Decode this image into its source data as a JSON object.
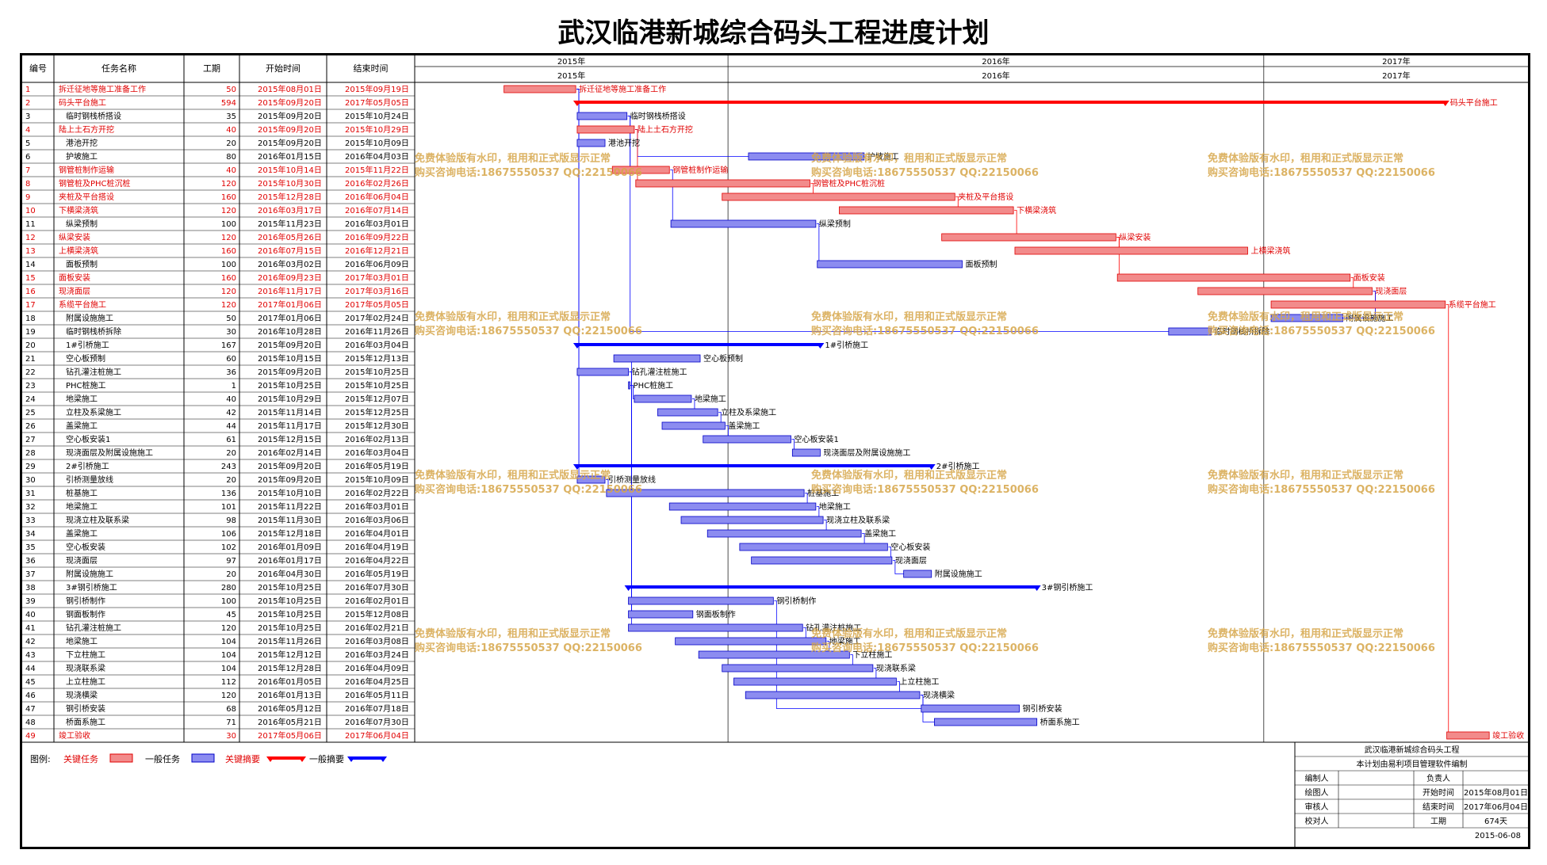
{
  "title": "武汉临港新城综合码头工程进度计划",
  "table_headers": [
    "编号",
    "任务名称",
    "工期",
    "开始时间",
    "结束时间"
  ],
  "timeline": {
    "years_row1": [
      "2015年",
      "2016年",
      "2017年"
    ],
    "years_row2": [
      "2015年",
      "2016年",
      "2017年"
    ],
    "date_start": "2015-06-01",
    "date_end": "2017-07-01",
    "year_boundaries": [
      "2016-01-01",
      "2017-01-01"
    ]
  },
  "colors": {
    "critical_fill": "#f28b8b",
    "critical_border": "#e00000",
    "critical_text": "#e00000",
    "normal_fill": "#8c8cf0",
    "normal_border": "#0000c8",
    "normal_text": "#000000",
    "summary_critical": "#ff0000",
    "summary_normal": "#0000ff",
    "watermark": "#d6a64a"
  },
  "tasks": [
    {
      "id": "1",
      "name": "拆迁征地等施工准备工作",
      "dur": "50",
      "start": "2015年08月01日",
      "end": "2015年09月19日",
      "s": "2015-08-01",
      "e": "2015-09-19",
      "crit": true,
      "summary": false,
      "pred": []
    },
    {
      "id": "2",
      "name": "码头平台施工",
      "dur": "594",
      "start": "2015年09月20日",
      "end": "2017年05月05日",
      "s": "2015-09-20",
      "e": "2017-05-05",
      "crit": true,
      "summary": true,
      "pred": [
        1
      ]
    },
    {
      "id": "3",
      "name": "临时钢栈桥搭设",
      "dur": "35",
      "start": "2015年09月20日",
      "end": "2015年10月24日",
      "s": "2015-09-20",
      "e": "2015-10-24",
      "crit": false,
      "summary": false,
      "pred": [
        1
      ]
    },
    {
      "id": "4",
      "name": "陆上土石方开挖",
      "dur": "40",
      "start": "2015年09月20日",
      "end": "2015年10月29日",
      "s": "2015-09-20",
      "e": "2015-10-29",
      "crit": true,
      "summary": false,
      "pred": [
        1
      ]
    },
    {
      "id": "5",
      "name": "港池开挖",
      "dur": "20",
      "start": "2015年09月20日",
      "end": "2015年10月09日",
      "s": "2015-09-20",
      "e": "2015-10-09",
      "crit": false,
      "summary": false,
      "pred": [
        1
      ]
    },
    {
      "id": "6",
      "name": "护坡施工",
      "dur": "80",
      "start": "2016年01月15日",
      "end": "2016年04月03日",
      "s": "2016-01-15",
      "e": "2016-04-03",
      "crit": false,
      "summary": false,
      "pred": [
        4
      ]
    },
    {
      "id": "7",
      "name": "钢管桩制作运输",
      "dur": "40",
      "start": "2015年10月14日",
      "end": "2015年11月22日",
      "s": "2015-10-14",
      "e": "2015-11-22",
      "crit": true,
      "summary": false,
      "pred": [
        3
      ]
    },
    {
      "id": "8",
      "name": "钢管桩及PHC桩沉桩",
      "dur": "120",
      "start": "2015年10月30日",
      "end": "2016年02月26日",
      "s": "2015-10-30",
      "e": "2016-02-26",
      "crit": true,
      "summary": false,
      "pred": [
        4
      ]
    },
    {
      "id": "9",
      "name": "夹桩及平台搭设",
      "dur": "160",
      "start": "2015年12月28日",
      "end": "2016年06月04日",
      "s": "2015-12-28",
      "e": "2016-06-04",
      "crit": true,
      "summary": false,
      "pred": [
        8
      ]
    },
    {
      "id": "10",
      "name": "下横梁浇筑",
      "dur": "120",
      "start": "2016年03月17日",
      "end": "2016年07月14日",
      "s": "2016-03-17",
      "e": "2016-07-14",
      "crit": true,
      "summary": false,
      "pred": [
        9
      ]
    },
    {
      "id": "11",
      "name": "纵梁预制",
      "dur": "100",
      "start": "2015年11月23日",
      "end": "2016年03月01日",
      "s": "2015-11-23",
      "e": "2016-03-01",
      "crit": false,
      "summary": false,
      "pred": [
        7
      ]
    },
    {
      "id": "12",
      "name": "纵梁安装",
      "dur": "120",
      "start": "2016年05月26日",
      "end": "2016年09月22日",
      "s": "2016-05-26",
      "e": "2016-09-22",
      "crit": true,
      "summary": false,
      "pred": [
        10
      ]
    },
    {
      "id": "13",
      "name": "上横梁浇筑",
      "dur": "160",
      "start": "2016年07月15日",
      "end": "2016年12月21日",
      "s": "2016-07-15",
      "e": "2016-12-21",
      "crit": true,
      "summary": false,
      "pred": [
        12
      ]
    },
    {
      "id": "14",
      "name": "面板预制",
      "dur": "100",
      "start": "2016年03月02日",
      "end": "2016年06月09日",
      "s": "2016-03-02",
      "e": "2016-06-09",
      "crit": false,
      "summary": false,
      "pred": [
        11
      ]
    },
    {
      "id": "15",
      "name": "面板安装",
      "dur": "160",
      "start": "2016年09月23日",
      "end": "2017年03月01日",
      "s": "2016-09-23",
      "e": "2017-03-01",
      "crit": true,
      "summary": false,
      "pred": [
        12
      ]
    },
    {
      "id": "16",
      "name": "现浇面层",
      "dur": "120",
      "start": "2016年11月17日",
      "end": "2017年03月16日",
      "s": "2016-11-17",
      "e": "2017-03-16",
      "crit": true,
      "summary": false,
      "pred": [
        15
      ]
    },
    {
      "id": "17",
      "name": "系缆平台施工",
      "dur": "120",
      "start": "2017年01月06日",
      "end": "2017年05月05日",
      "s": "2017-01-06",
      "e": "2017-05-05",
      "crit": true,
      "summary": false,
      "pred": [
        16
      ]
    },
    {
      "id": "18",
      "name": "附属设施施工",
      "dur": "50",
      "start": "2017年01月06日",
      "end": "2017年02月24日",
      "s": "2017-01-06",
      "e": "2017-02-24",
      "crit": false,
      "summary": false,
      "pred": [
        16
      ]
    },
    {
      "id": "19",
      "name": "临时钢栈桥拆除",
      "dur": "30",
      "start": "2016年10月28日",
      "end": "2016年11月26日",
      "s": "2016-10-28",
      "e": "2016-11-26",
      "crit": false,
      "summary": false,
      "pred": [
        3
      ]
    },
    {
      "id": "20",
      "name": "1#引桥施工",
      "dur": "167",
      "start": "2015年09月20日",
      "end": "2016年03月04日",
      "s": "2015-09-20",
      "e": "2016-03-04",
      "crit": false,
      "summary": true,
      "pred": [
        1
      ]
    },
    {
      "id": "21",
      "name": "空心板预制",
      "dur": "60",
      "start": "2015年10月15日",
      "end": "2015年12月13日",
      "s": "2015-10-15",
      "e": "2015-12-13",
      "crit": false,
      "summary": false,
      "pred": [
        22
      ]
    },
    {
      "id": "22",
      "name": "钻孔灌注桩施工",
      "dur": "36",
      "start": "2015年09月20日",
      "end": "2015年10月25日",
      "s": "2015-09-20",
      "e": "2015-10-25",
      "crit": false,
      "summary": false,
      "pred": [
        1
      ]
    },
    {
      "id": "23",
      "name": "PHC桩施工",
      "dur": "1",
      "start": "2015年10月25日",
      "end": "2015年10月25日",
      "s": "2015-10-25",
      "e": "2015-10-25",
      "crit": false,
      "summary": false,
      "pred": [
        22
      ]
    },
    {
      "id": "24",
      "name": "地梁施工",
      "dur": "40",
      "start": "2015年10月29日",
      "end": "2015年12月07日",
      "s": "2015-10-29",
      "e": "2015-12-07",
      "crit": false,
      "summary": false,
      "pred": [
        23
      ]
    },
    {
      "id": "25",
      "name": "立柱及系梁施工",
      "dur": "42",
      "start": "2015年11月14日",
      "end": "2015年12月25日",
      "s": "2015-11-14",
      "e": "2015-12-25",
      "crit": false,
      "summary": false,
      "pred": [
        24
      ]
    },
    {
      "id": "26",
      "name": "盖梁施工",
      "dur": "44",
      "start": "2015年11月17日",
      "end": "2015年12月30日",
      "s": "2015-11-17",
      "e": "2015-12-30",
      "crit": false,
      "summary": false,
      "pred": [
        25
      ]
    },
    {
      "id": "27",
      "name": "空心板安装1",
      "dur": "61",
      "start": "2015年12月15日",
      "end": "2016年02月13日",
      "s": "2015-12-15",
      "e": "2016-02-13",
      "crit": false,
      "summary": false,
      "pred": [
        26
      ]
    },
    {
      "id": "28",
      "name": "现浇面层及附属设施施工",
      "dur": "20",
      "start": "2016年02月14日",
      "end": "2016年03月04日",
      "s": "2016-02-14",
      "e": "2016-03-04",
      "crit": false,
      "summary": false,
      "pred": [
        27
      ]
    },
    {
      "id": "29",
      "name": "2#引桥施工",
      "dur": "243",
      "start": "2015年09月20日",
      "end": "2016年05月19日",
      "s": "2015-09-20",
      "e": "2016-05-19",
      "crit": false,
      "summary": true,
      "pred": [
        1
      ]
    },
    {
      "id": "30",
      "name": "引桥测量放线",
      "dur": "20",
      "start": "2015年09月20日",
      "end": "2015年10月09日",
      "s": "2015-09-20",
      "e": "2015-10-09",
      "crit": false,
      "summary": false,
      "pred": [
        1
      ]
    },
    {
      "id": "31",
      "name": "桩基施工",
      "dur": "136",
      "start": "2015年10月10日",
      "end": "2016年02月22日",
      "s": "2015-10-10",
      "e": "2016-02-22",
      "crit": false,
      "summary": false,
      "pred": [
        30
      ]
    },
    {
      "id": "32",
      "name": "地梁施工",
      "dur": "101",
      "start": "2015年11月22日",
      "end": "2016年03月01日",
      "s": "2015-11-22",
      "e": "2016-03-01",
      "crit": false,
      "summary": false,
      "pred": [
        31
      ]
    },
    {
      "id": "33",
      "name": "现浇立柱及联系梁",
      "dur": "98",
      "start": "2015年11月30日",
      "end": "2016年03月06日",
      "s": "2015-11-30",
      "e": "2016-03-06",
      "crit": false,
      "summary": false,
      "pred": [
        32
      ]
    },
    {
      "id": "34",
      "name": "盖梁施工",
      "dur": "106",
      "start": "2015年12月18日",
      "end": "2016年04月01日",
      "s": "2015-12-18",
      "e": "2016-04-01",
      "crit": false,
      "summary": false,
      "pred": [
        33
      ]
    },
    {
      "id": "35",
      "name": "空心板安装",
      "dur": "102",
      "start": "2016年01月09日",
      "end": "2016年04月19日",
      "s": "2016-01-09",
      "e": "2016-04-19",
      "crit": false,
      "summary": false,
      "pred": [
        34
      ]
    },
    {
      "id": "36",
      "name": "现浇面层",
      "dur": "97",
      "start": "2016年01月17日",
      "end": "2016年04月22日",
      "s": "2016-01-17",
      "e": "2016-04-22",
      "crit": false,
      "summary": false,
      "pred": [
        35
      ]
    },
    {
      "id": "37",
      "name": "附属设施施工",
      "dur": "20",
      "start": "2016年04月30日",
      "end": "2016年05月19日",
      "s": "2016-04-30",
      "e": "2016-05-19",
      "crit": false,
      "summary": false,
      "pred": [
        36
      ]
    },
    {
      "id": "38",
      "name": "3#钢引桥施工",
      "dur": "280",
      "start": "2015年10月25日",
      "end": "2016年07月30日",
      "s": "2015-10-25",
      "e": "2016-07-30",
      "crit": false,
      "summary": true,
      "pred": [
        22
      ]
    },
    {
      "id": "39",
      "name": "钢引桥制作",
      "dur": "100",
      "start": "2015年10月25日",
      "end": "2016年02月01日",
      "s": "2015-10-25",
      "e": "2016-02-01",
      "crit": false,
      "summary": false,
      "pred": [
        22
      ]
    },
    {
      "id": "40",
      "name": "钢面板制作",
      "dur": "45",
      "start": "2015年10月25日",
      "end": "2015年12月08日",
      "s": "2015-10-25",
      "e": "2015-12-08",
      "crit": false,
      "summary": false,
      "pred": [
        22
      ]
    },
    {
      "id": "41",
      "name": "钻孔灌注桩施工",
      "dur": "120",
      "start": "2015年10月25日",
      "end": "2016年02月21日",
      "s": "2015-10-25",
      "e": "2016-02-21",
      "crit": false,
      "summary": false,
      "pred": [
        22
      ]
    },
    {
      "id": "42",
      "name": "地梁施工",
      "dur": "104",
      "start": "2015年11月26日",
      "end": "2016年03月08日",
      "s": "2015-11-26",
      "e": "2016-03-08",
      "crit": false,
      "summary": false,
      "pred": [
        41
      ]
    },
    {
      "id": "43",
      "name": "下立柱施工",
      "dur": "104",
      "start": "2015年12月12日",
      "end": "2016年03月24日",
      "s": "2015-12-12",
      "e": "2016-03-24",
      "crit": false,
      "summary": false,
      "pred": [
        42
      ]
    },
    {
      "id": "44",
      "name": "现浇联系梁",
      "dur": "104",
      "start": "2015年12月28日",
      "end": "2016年04月09日",
      "s": "2015-12-28",
      "e": "2016-04-09",
      "crit": false,
      "summary": false,
      "pred": [
        43
      ]
    },
    {
      "id": "45",
      "name": "上立柱施工",
      "dur": "112",
      "start": "2016年01月05日",
      "end": "2016年04月25日",
      "s": "2016-01-05",
      "e": "2016-04-25",
      "crit": false,
      "summary": false,
      "pred": [
        44
      ]
    },
    {
      "id": "46",
      "name": "现浇横梁",
      "dur": "120",
      "start": "2016年01月13日",
      "end": "2016年05月11日",
      "s": "2016-01-13",
      "e": "2016-05-11",
      "crit": false,
      "summary": false,
      "pred": [
        45
      ]
    },
    {
      "id": "47",
      "name": "钢引桥安装",
      "dur": "68",
      "start": "2016年05月12日",
      "end": "2016年07月18日",
      "s": "2016-05-12",
      "e": "2016-07-18",
      "crit": false,
      "summary": false,
      "pred": [
        46,
        39
      ]
    },
    {
      "id": "48",
      "name": "桥面系施工",
      "dur": "71",
      "start": "2016年05月21日",
      "end": "2016年07月30日",
      "s": "2016-05-21",
      "e": "2016-07-30",
      "crit": false,
      "summary": false,
      "pred": [
        46
      ]
    },
    {
      "id": "49",
      "name": "竣工验收",
      "dur": "30",
      "start": "2017年05月06日",
      "end": "2017年06月04日",
      "s": "2017-05-06",
      "e": "2017-06-04",
      "crit": true,
      "summary": false,
      "pred": [
        17
      ]
    }
  ],
  "watermark": {
    "line1": "免费体验版有水印，租用和正式版显示正常",
    "line2": "购买咨询电话:18675550537 QQ:22150066"
  },
  "legend": {
    "label": "图例:",
    "items": [
      "关键任务",
      "一般任务",
      "关键摘要",
      "一般摘要"
    ]
  },
  "info_box": {
    "project": "武汉临港新城综合码头工程",
    "software": "本计划由易利项目管理软件编制",
    "rows": [
      [
        "编制人",
        "",
        "负责人",
        ""
      ],
      [
        "绘图人",
        "",
        "开始时间",
        "2015年08月01日"
      ],
      [
        "审核人",
        "",
        "结束时间",
        "2017年06月04日"
      ],
      [
        "校对人",
        "",
        "工期",
        "674天"
      ]
    ],
    "date": "2015-06-08"
  }
}
